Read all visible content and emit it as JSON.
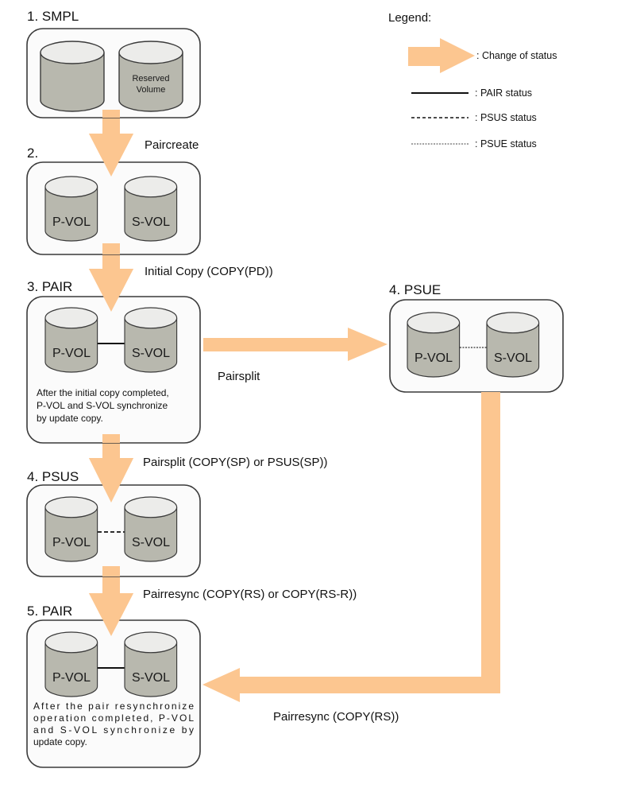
{
  "legend": {
    "title": "Legend:",
    "items": [
      {
        "icon": "orange-arrow",
        "label": ": Change of status"
      },
      {
        "icon": "solid-line",
        "label": ": PAIR status"
      },
      {
        "icon": "dashed-line",
        "label": ": PSUS status"
      },
      {
        "icon": "dotted-line",
        "label": ": PSUE status"
      }
    ]
  },
  "colors": {
    "arrow": "#fcc690",
    "volume_body": "#b8b8ae",
    "volume_top": "#ececea",
    "box_border": "#3a3a3a"
  },
  "states": [
    {
      "id": "smpl",
      "title": "1. SMPL",
      "volumes": [
        "",
        "Reserved Volume"
      ],
      "reserved_lines": [
        "Reserved",
        "Volume"
      ],
      "link": "none",
      "description": []
    },
    {
      "id": "created",
      "title": "2.",
      "volumes": [
        "P-VOL",
        "S-VOL"
      ],
      "link": "none",
      "description": []
    },
    {
      "id": "pair1",
      "title": "3. PAIR",
      "volumes": [
        "P-VOL",
        "S-VOL"
      ],
      "link": "solid",
      "description": [
        "After the initial copy completed,",
        "P-VOL and S-VOL synchronize",
        "by update copy."
      ]
    },
    {
      "id": "psus",
      "title": "4. PSUS",
      "volumes": [
        "P-VOL",
        "S-VOL"
      ],
      "link": "dashed",
      "description": []
    },
    {
      "id": "pair2",
      "title": "5. PAIR",
      "volumes": [
        "P-VOL",
        "S-VOL"
      ],
      "link": "solid",
      "description": [
        "After the pair resynchronize",
        "operation completed, P-VOL",
        "and S-VOL synchronize by",
        "update copy."
      ]
    },
    {
      "id": "psue",
      "title": "4. PSUE",
      "volumes": [
        "P-VOL",
        "S-VOL"
      ],
      "link": "dotted",
      "description": []
    }
  ],
  "transitions": [
    {
      "from": "smpl",
      "to": "created",
      "label": "Paircreate"
    },
    {
      "from": "created",
      "to": "pair1",
      "label": "Initial Copy (COPY(PD))"
    },
    {
      "from": "pair1",
      "to": "psue",
      "label": "Pairsplit"
    },
    {
      "from": "pair1",
      "to": "psus",
      "label": "Pairsplit (COPY(SP) or PSUS(SP))"
    },
    {
      "from": "psus",
      "to": "pair2",
      "label": "Pairresync (COPY(RS) or COPY(RS-R))"
    },
    {
      "from": "psue",
      "to": "pair2",
      "label": "Pairresync (COPY(RS))"
    }
  ]
}
